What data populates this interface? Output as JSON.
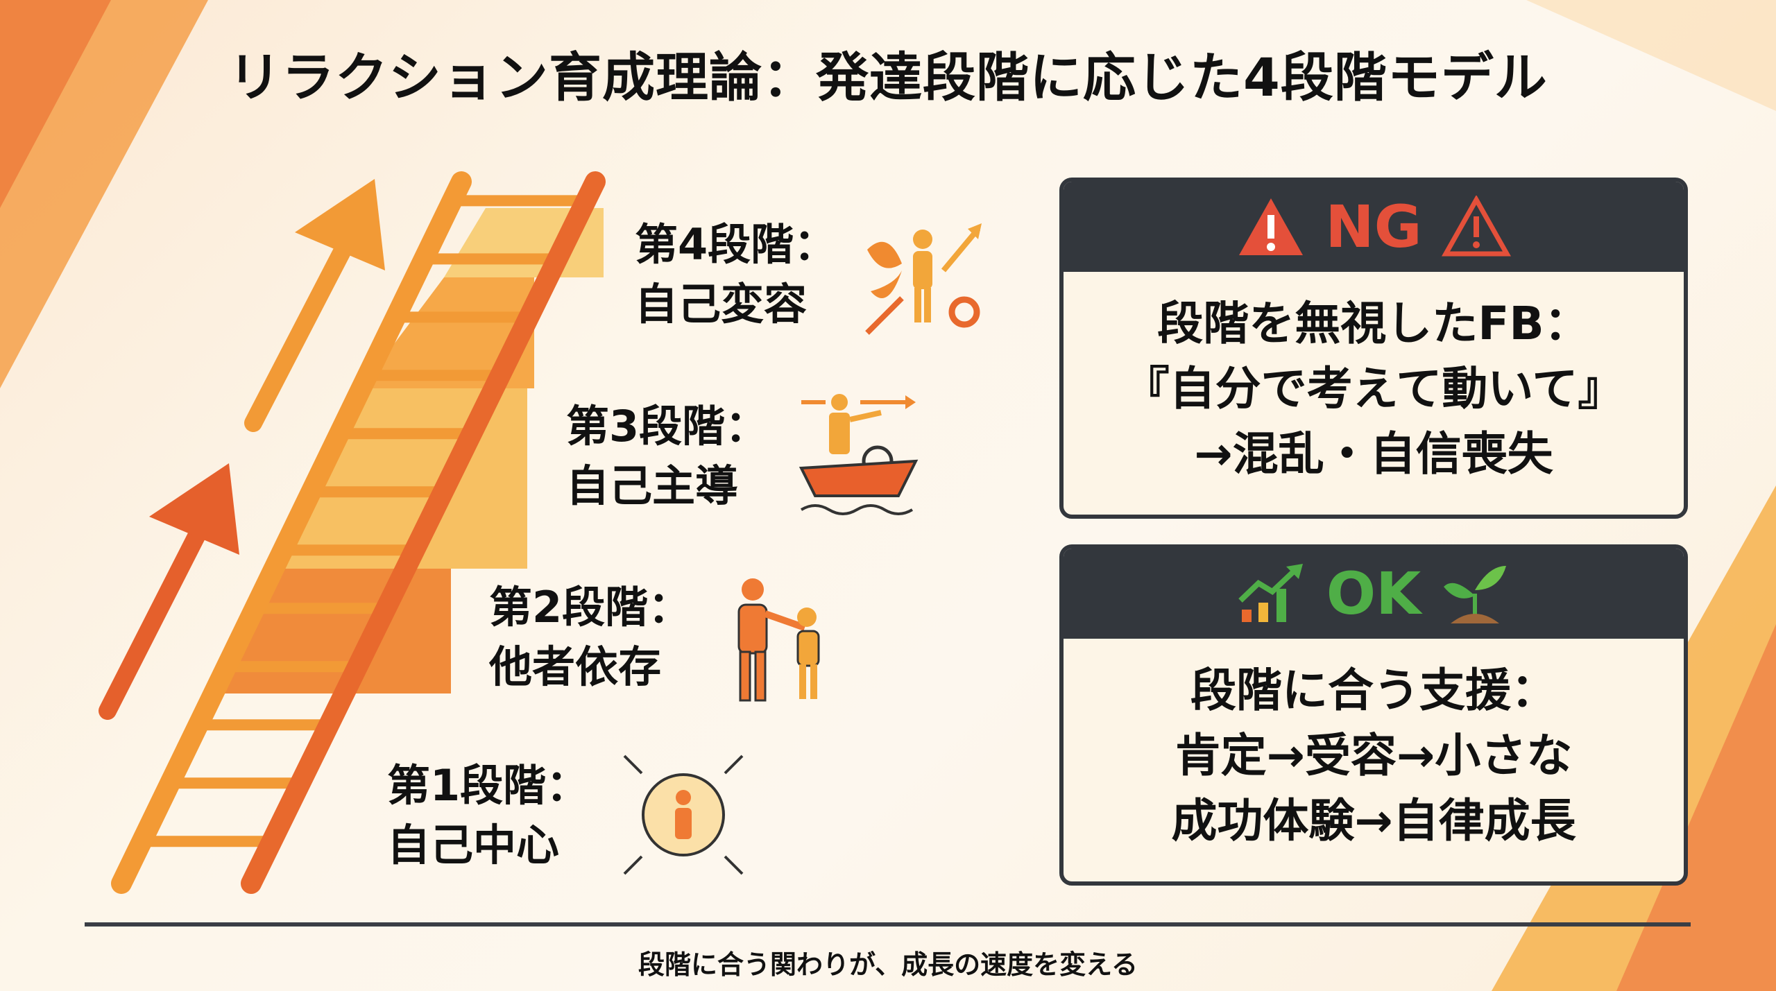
{
  "title": "リラクション育成理論：発達段階に応じた4段階モデル",
  "stages": [
    {
      "label": "第4段階：",
      "name": "自己変容",
      "icon": "transformation-icon"
    },
    {
      "label": "第3段階：",
      "name": "自己主導",
      "icon": "captain-ship-icon"
    },
    {
      "label": "第2段階：",
      "name": "他者依存",
      "icon": "helping-person-icon"
    },
    {
      "label": "第1段階：",
      "name": "自己中心",
      "icon": "self-center-icon"
    }
  ],
  "ng": {
    "header": "NG",
    "lines": [
      "段階を無視したFB：",
      "『自分で考えて動いて』",
      "→混乱・自信喪失"
    ],
    "color": "#e4503a"
  },
  "ok": {
    "header": "OK",
    "lines": [
      "段階に合う支援：",
      "肯定→受容→小さな",
      "成功体験→自律成長"
    ],
    "color": "#4fae47"
  },
  "footer": "段階に合う関わりが、成長の速度を変える",
  "colors": {
    "dark": "#33373d",
    "orange": "#ee7a30",
    "yellow": "#f6b73c"
  }
}
